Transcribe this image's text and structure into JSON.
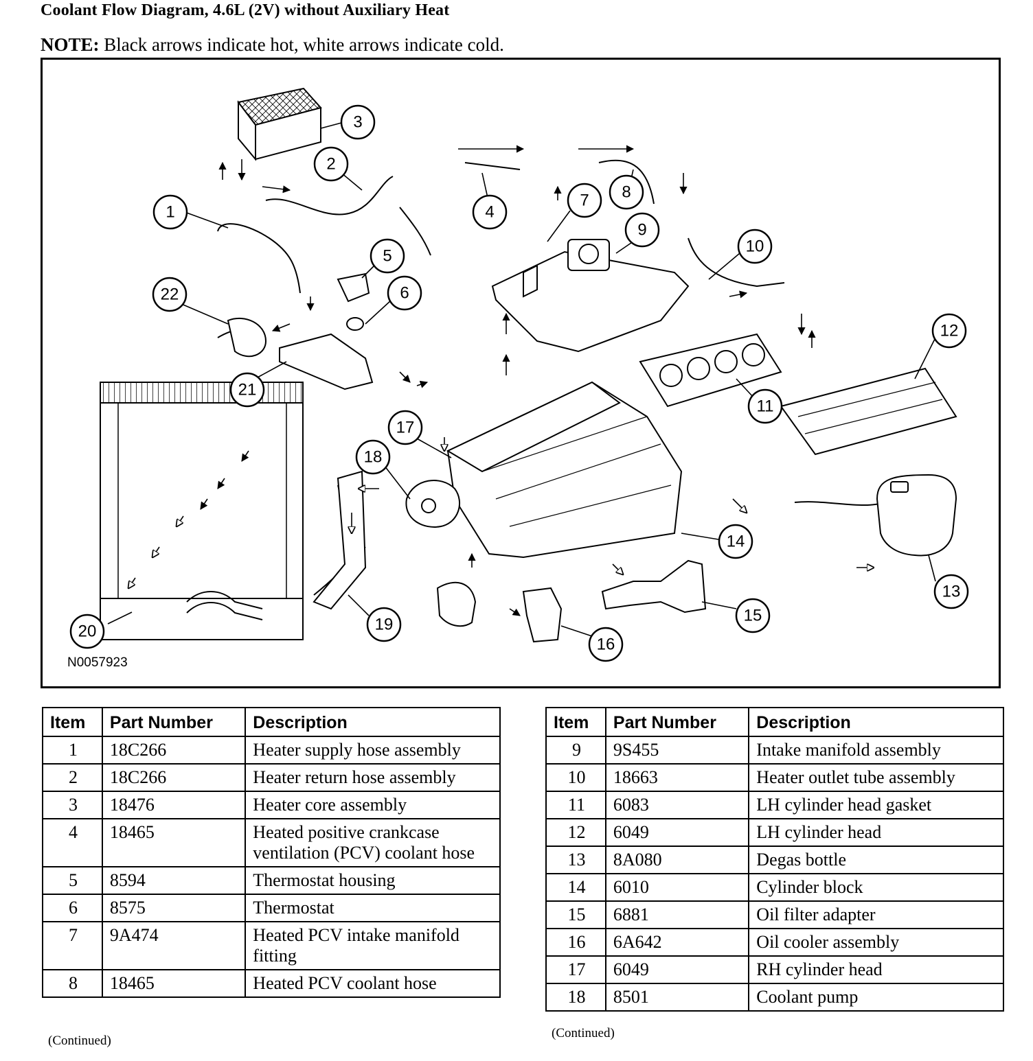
{
  "header": {
    "title": "Coolant Flow Diagram, 4.6L (2V) without Auxiliary Heat",
    "note_label": "NOTE:",
    "note_text": " Black arrows indicate hot, white arrows indicate cold."
  },
  "diagram": {
    "figure_id": "N0057923",
    "callouts": [
      "1",
      "2",
      "3",
      "4",
      "5",
      "6",
      "7",
      "8",
      "9",
      "10",
      "11",
      "12",
      "13",
      "14",
      "15",
      "16",
      "17",
      "18",
      "19",
      "20",
      "21",
      "22"
    ],
    "arrow_legend": {
      "hot": "black",
      "cold": "white"
    }
  },
  "tables": {
    "columns": [
      "Item",
      "Part Number",
      "Description"
    ],
    "left": {
      "rows": [
        {
          "item": "1",
          "part": "18C266",
          "desc": "Heater supply hose assembly"
        },
        {
          "item": "2",
          "part": "18C266",
          "desc": "Heater return hose assembly"
        },
        {
          "item": "3",
          "part": "18476",
          "desc": "Heater core assembly"
        },
        {
          "item": "4",
          "part": "18465",
          "desc": "Heated positive crankcase ventilation (PCV) coolant hose"
        },
        {
          "item": "5",
          "part": "8594",
          "desc": "Thermostat housing"
        },
        {
          "item": "6",
          "part": "8575",
          "desc": "Thermostat"
        },
        {
          "item": "7",
          "part": "9A474",
          "desc": "Heated PCV intake manifold fitting"
        },
        {
          "item": "8",
          "part": "18465",
          "desc": "Heated PCV coolant hose"
        }
      ],
      "continued": "(Continued)"
    },
    "right": {
      "rows": [
        {
          "item": "9",
          "part": "9S455",
          "desc": "Intake manifold assembly"
        },
        {
          "item": "10",
          "part": "18663",
          "desc": "Heater outlet tube assembly"
        },
        {
          "item": "11",
          "part": "6083",
          "desc": "LH cylinder head gasket"
        },
        {
          "item": "12",
          "part": "6049",
          "desc": "LH cylinder head"
        },
        {
          "item": "13",
          "part": "8A080",
          "desc": "Degas bottle"
        },
        {
          "item": "14",
          "part": "6010",
          "desc": "Cylinder block"
        },
        {
          "item": "15",
          "part": "6881",
          "desc": "Oil filter adapter"
        },
        {
          "item": "16",
          "part": "6A642",
          "desc": "Oil cooler assembly"
        },
        {
          "item": "17",
          "part": "6049",
          "desc": "RH cylinder head"
        },
        {
          "item": "18",
          "part": "8501",
          "desc": "Coolant pump"
        }
      ],
      "continued": "(Continued)"
    }
  }
}
